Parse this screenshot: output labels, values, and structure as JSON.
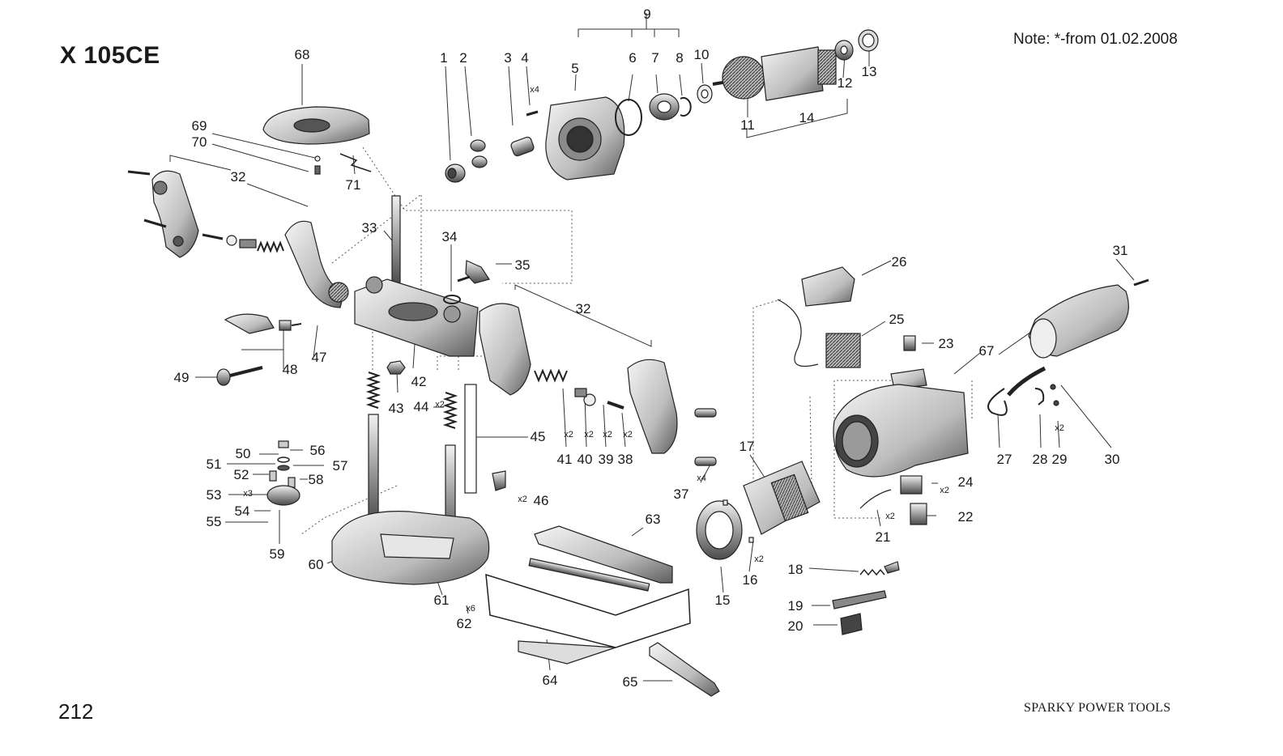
{
  "header": {
    "title": "X 105CE",
    "note": "Note:  *-from 01.02.2008"
  },
  "footer": {
    "page_number": "212",
    "brand": "SPARKY POWER TOOLS"
  },
  "labels": {
    "1": "1",
    "2": "2",
    "3": "3",
    "4": "4",
    "5": "5",
    "6": "6",
    "7": "7",
    "8": "8",
    "9": "9",
    "10": "10",
    "11": "11",
    "12": "12",
    "13": "13",
    "14": "14",
    "15": "15",
    "16": "16",
    "17": "17",
    "18": "18",
    "19": "19",
    "20": "20",
    "21": "21",
    "22": "22",
    "23": "23",
    "24": "24",
    "25": "25",
    "26": "26",
    "27": "27",
    "28": "28",
    "29": "29",
    "30": "30",
    "31": "31",
    "32": "32",
    "33": "33",
    "34": "34",
    "35": "35",
    "37": "37",
    "38": "38",
    "39": "39",
    "40": "40",
    "41": "41",
    "42": "42",
    "43": "43",
    "44": "44",
    "45": "45",
    "46": "46",
    "47": "47",
    "48": "48",
    "49": "49",
    "50": "50",
    "51": "51",
    "52": "52",
    "53": "53",
    "54": "54",
    "55": "55",
    "56": "56",
    "57": "57",
    "58": "58",
    "59": "59",
    "60": "60",
    "61": "61",
    "62": "62",
    "63": "63",
    "64": "64",
    "65": "65",
    "67": "67",
    "68": "68",
    "69": "69",
    "70": "70",
    "71": "71"
  },
  "quantities": {
    "x4_a": "x4",
    "x2_44": "x2",
    "x2_41": "x2",
    "x2_40": "x2",
    "x2_39": "x2",
    "x2_38": "x2",
    "x4_37": "x4",
    "x3": "x3",
    "x2_46": "x2",
    "x6": "x6",
    "x2_16": "x2",
    "x2_21": "x2",
    "x2_24": "x2",
    "x2_29": "x2"
  },
  "colors": {
    "ink": "#1a1a1a",
    "part_dark": "#4a4a4a",
    "part_mid": "#9a9a9a",
    "part_light": "#dcdcdc"
  }
}
